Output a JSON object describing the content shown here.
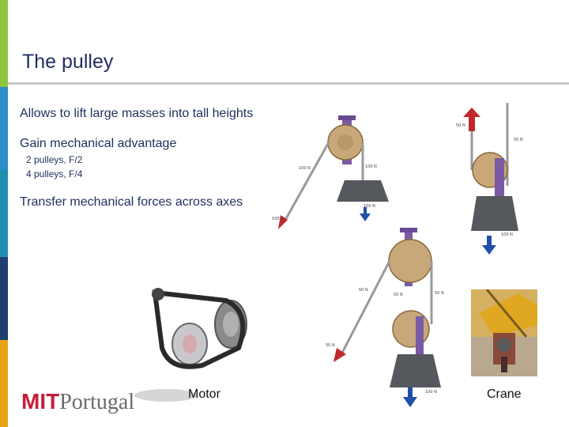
{
  "slide": {
    "title": "The pulley",
    "bullets": [
      {
        "text": "Allows to lift large masses into tall heights"
      },
      {
        "text": "Gain mechanical advantage",
        "sub": [
          "2 pulleys, F/2",
          "4 pulleys, F/4"
        ]
      },
      {
        "text": "Transfer mechanical forces across axes"
      }
    ],
    "captions": {
      "motor": "Motor",
      "crane": "Crane"
    },
    "logo": {
      "mit": "MIT",
      "portugal": "Portugal"
    }
  },
  "force_labels": {
    "d1_left": "100 N",
    "d1_right": "100 N",
    "d1_bottom": "100 N",
    "d1_arrow": "100 N",
    "d2_top": "50 N",
    "d2_right": "50 N",
    "d2_bottom": "100 N",
    "d3_a": "50 N",
    "d3_b": "50 N",
    "d3_c": "50 N",
    "d3_arrow": "50 N",
    "d3_bottom": "100 N"
  },
  "colors": {
    "title": "#1f2f5c",
    "bar": [
      "#8cc63f",
      "#2b8fc8",
      "#1f3f6f",
      "#e8a317"
    ],
    "arrow_red": "#c0282c",
    "arrow_blue": "#1f4fa8",
    "bracket": "#7a5aa5",
    "wheel": "#c8a878",
    "weight": "#55585c",
    "logo_red": "#c41e3a"
  },
  "icons": [
    "pulley-diagram-icon",
    "belt-drive-icon",
    "crane-photo"
  ]
}
